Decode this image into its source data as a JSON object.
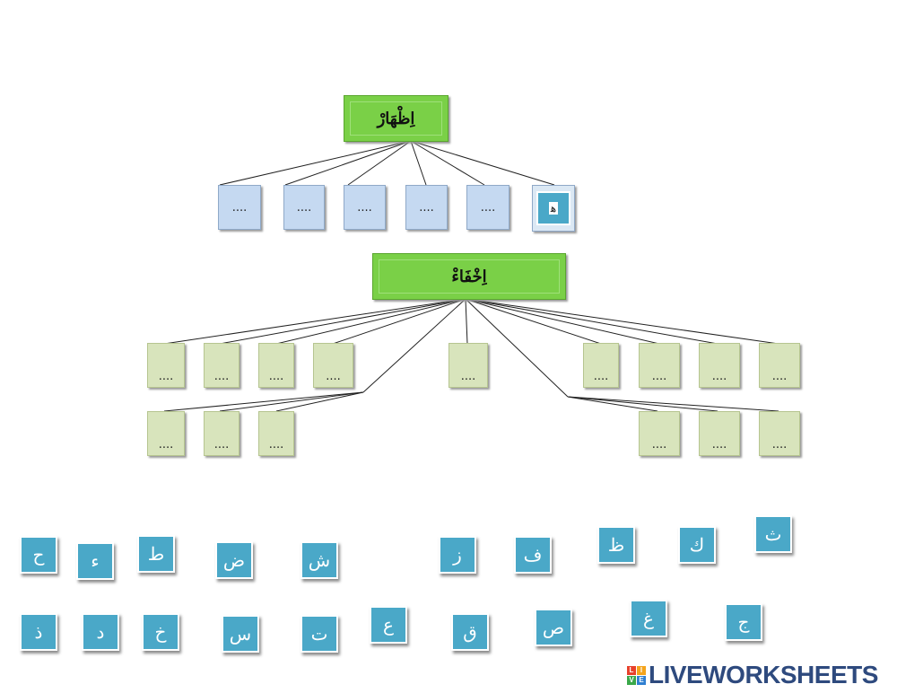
{
  "izhar": {
    "title": "اِظْهَارْ",
    "slots": [
      "....",
      "....",
      "....",
      "....",
      "...."
    ],
    "filled_slot": "ﻫ"
  },
  "ikhfa": {
    "title": "اِخْفَاءْ",
    "slots_top": [
      "....",
      "....",
      "....",
      "....",
      "....",
      "....",
      "....",
      "....",
      "...."
    ],
    "slots_bottom": [
      "....",
      "....",
      "....",
      "....",
      "....",
      "...."
    ]
  },
  "tiles": [
    "ح",
    "ء",
    "ط",
    "ض",
    "ش",
    "ز",
    "ف",
    "ظ",
    "ك",
    "ث",
    "ذ",
    "د",
    "خ",
    "س",
    "ت",
    "ع",
    "ق",
    "ص",
    "غ",
    "ج"
  ],
  "brand": {
    "name": "LIVEWORKSHEETS",
    "icon_letters": [
      "L",
      "I",
      "V",
      "E"
    ],
    "icon_colors": [
      "#e8412c",
      "#f4a41c",
      "#3aa84a",
      "#2f7fd1"
    ]
  },
  "colors": {
    "title_green": "#7ad047",
    "izhar_slot": "#c5d9f1",
    "ikhfa_slot": "#d8e4bc",
    "tile_blue": "#4aa8c8",
    "brand_text": "#2e4a7e"
  }
}
